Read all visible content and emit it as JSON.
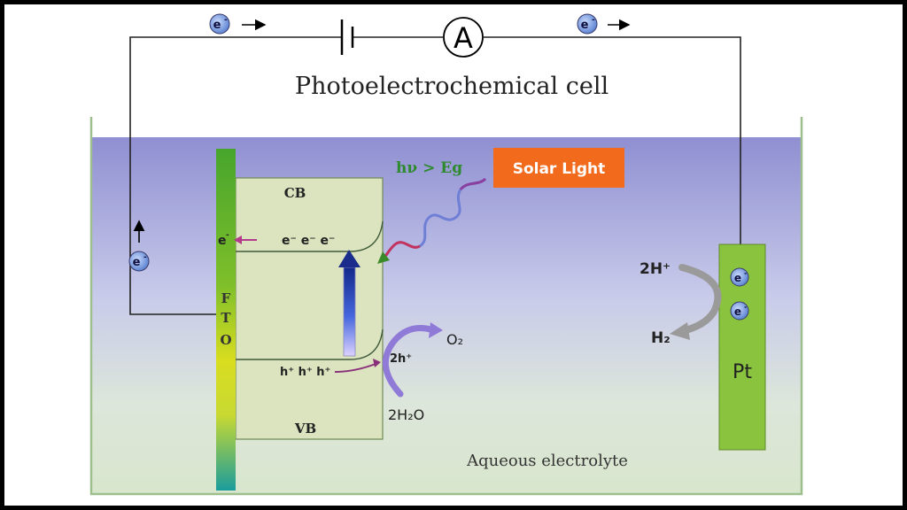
{
  "title": "Photoelectrochemical cell",
  "ammeter": "A",
  "solar_label": "Solar Light",
  "photon_label": "hν > Eg",
  "electrolyte_label": "Aqueous electrolyte",
  "band": {
    "cb": "CB",
    "vb": "VB"
  },
  "fto": [
    "F",
    "T",
    "O"
  ],
  "pt_label": "Pt",
  "electron": "e",
  "electron_sup": "-",
  "cb_electrons": "e⁻ e⁻  e⁻",
  "vb_holes": "h⁺ h⁺ h⁺",
  "holes_2h": "2h⁺",
  "water": "2H₂O",
  "oxygen": "O₂",
  "protons": "2H⁺",
  "hydrogen": "H₂",
  "colors": {
    "solar_badge": "#f26a1b",
    "fto_top": "#4aa92e",
    "fto_mid": "#e4e21c",
    "fto_bottom": "#1c9d9a",
    "pt": "#8ac43f",
    "semiconductor": "#dbe4bf",
    "electron_fill": "#7ea3e0"
  }
}
